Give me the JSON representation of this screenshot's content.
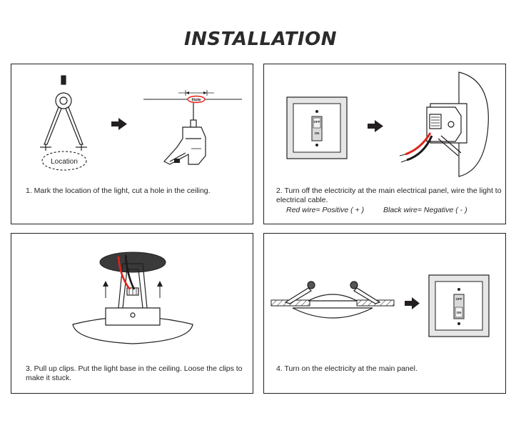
{
  "title": "INSTALLATION",
  "steps": [
    {
      "caption": "1. Mark the location of the light, cut a hole in the ceiling."
    },
    {
      "caption": "2. Turn off the electricity at the main electrical panel, wire the light to electrical cable."
    },
    {
      "caption": "3. Pull up clips. Put the light base in the ceiling. Loose the clips to make it stuck."
    },
    {
      "caption": "4. Turn on the electricity at the main panel."
    }
  ],
  "labels": {
    "location": "Location",
    "hole": "Hole",
    "off": "OFF",
    "on": "ON"
  },
  "wire_notes": {
    "red": "Red wire= Positive ( + )",
    "black": "Black wire= Negative ( - )"
  },
  "colors": {
    "red_wire": "#e2231a",
    "black_wire": "#1a1a1a",
    "switch_plate": "#e6e6e6"
  }
}
